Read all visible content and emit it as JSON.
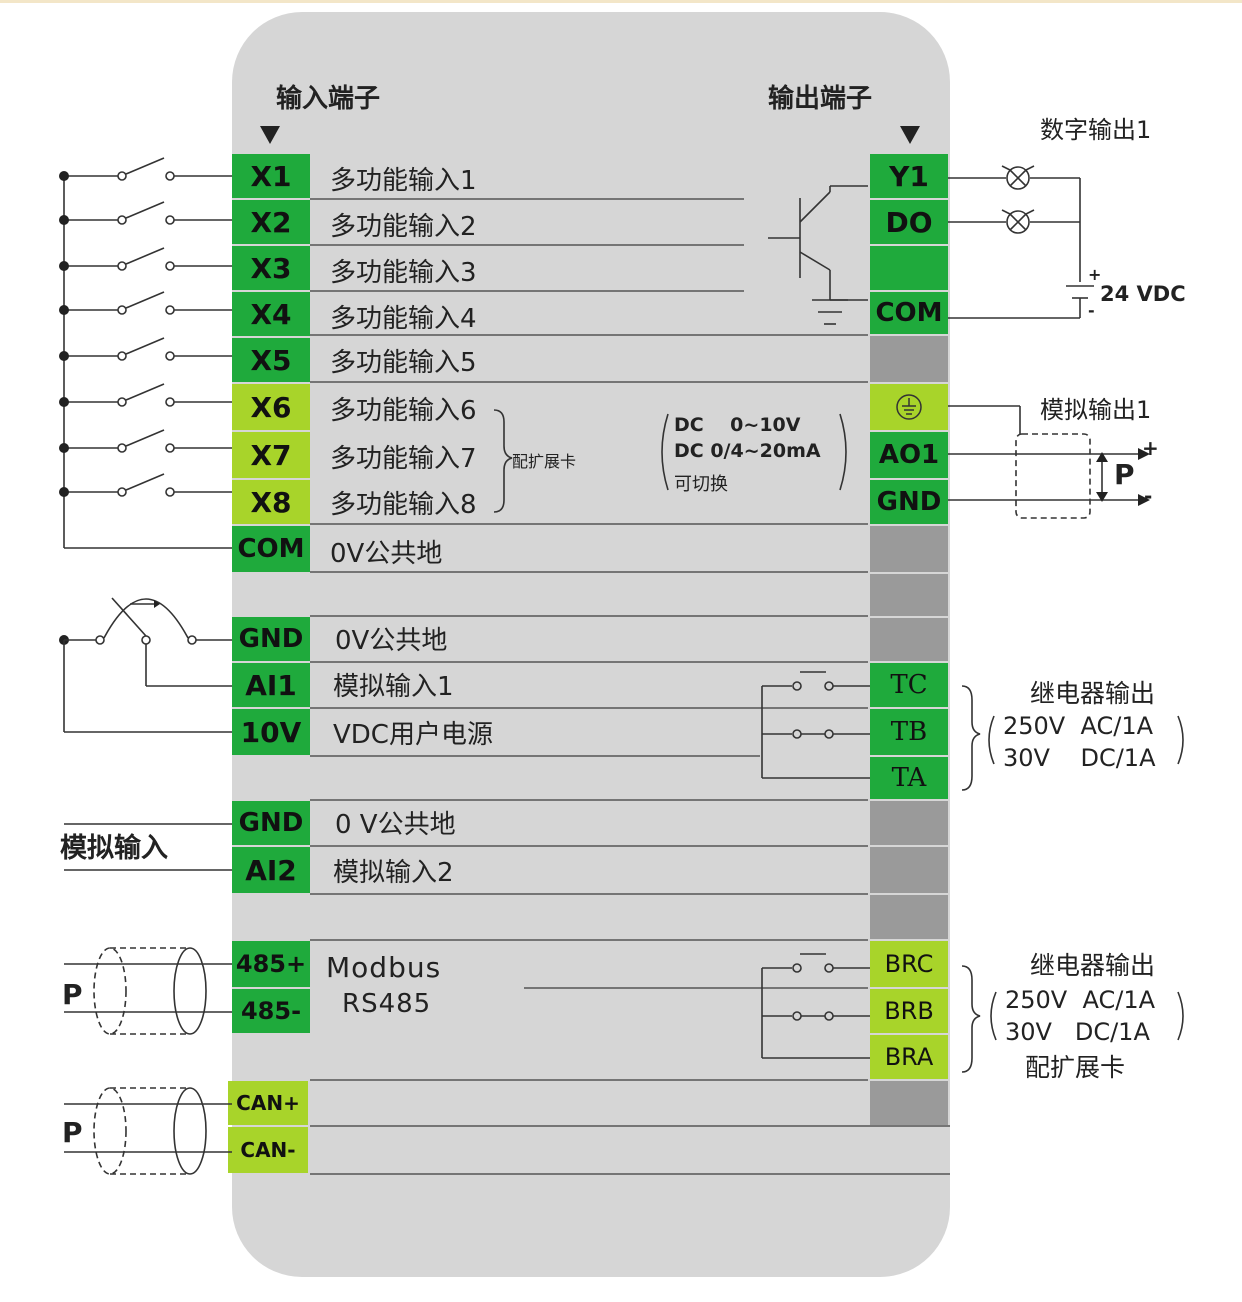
{
  "headers": {
    "input": "输入端子",
    "output": "输出端子"
  },
  "left_terminals": [
    {
      "id": "x1",
      "code": "X1",
      "label": "多功能输入1"
    },
    {
      "id": "x2",
      "code": "X2",
      "label": "多功能输入2"
    },
    {
      "id": "x3",
      "code": "X3",
      "label": "多功能输入3"
    },
    {
      "id": "x4",
      "code": "X4",
      "label": "多功能输入4"
    },
    {
      "id": "x5",
      "code": "X5",
      "label": "多功能输入5"
    },
    {
      "id": "x6",
      "code": "X6",
      "label": "多功能输入6"
    },
    {
      "id": "x7",
      "code": "X7",
      "label": "多功能输入7"
    },
    {
      "id": "x8",
      "code": "X8",
      "label": "多功能输入8"
    },
    {
      "id": "com",
      "code": "COM",
      "label": "0V公共地"
    },
    {
      "id": "gnd1",
      "code": "GND",
      "label": "0V公共地"
    },
    {
      "id": "ai1",
      "code": "AI1",
      "label": "模拟输入1"
    },
    {
      "id": "v10",
      "code": "10V",
      "label": "VDC用户电源"
    },
    {
      "id": "gnd2",
      "code": "GND",
      "label": "0 V公共地"
    },
    {
      "id": "ai2",
      "code": "AI2",
      "label": "模拟输入2"
    },
    {
      "id": "rs485p",
      "code": "485+",
      "label": "Modbus"
    },
    {
      "id": "rs485n",
      "code": "485-",
      "label": "RS485"
    },
    {
      "id": "canp",
      "code": "CAN+",
      "label": ""
    },
    {
      "id": "cann",
      "code": "CAN-",
      "label": ""
    }
  ],
  "right_terminals": [
    {
      "id": "y1",
      "code": "Y1"
    },
    {
      "id": "do",
      "code": "DO"
    },
    {
      "id": "blank",
      "code": ""
    },
    {
      "id": "com",
      "code": "COM"
    },
    {
      "id": "pe",
      "code": "⏚"
    },
    {
      "id": "ao1",
      "code": "AO1"
    },
    {
      "id": "gnd",
      "code": "GND"
    },
    {
      "id": "tc",
      "code": "TC"
    },
    {
      "id": "tb",
      "code": "TB"
    },
    {
      "id": "ta",
      "code": "TA"
    },
    {
      "id": "brc",
      "code": "BRC"
    },
    {
      "id": "brb",
      "code": "BRB"
    },
    {
      "id": "bra",
      "code": "BRA"
    }
  ],
  "annotations": {
    "expansion_card": "配扩展卡",
    "ao_range1": "DC    0~10V",
    "ao_range2": "DC 0/4~20mA",
    "ao_switch": "可切换",
    "digital_output": "数字输出1",
    "vdc24": "24 VDC",
    "analog_output": "模拟输出1",
    "relay1_title": "继电器输出",
    "relay1_rating1": "250V  AC/1A",
    "relay1_rating2": "30V    DC/1A",
    "relay2_title": "继电器输出",
    "relay2_rating1": "250V  AC/1A",
    "relay2_rating2": "30V   DC/1A",
    "relay2_card": "配扩展卡",
    "analog_input": "模拟输入",
    "shield_p1": "P",
    "shield_p2": "P",
    "shield_p3": "P",
    "plus": "+",
    "minus": "-"
  },
  "colors": {
    "panel": "#d6d6d6",
    "terminal_dark": "#1faa3c",
    "terminal_light": "#a8d42a",
    "terminal_gray": "#9a9a9a",
    "wire": "#222222"
  }
}
